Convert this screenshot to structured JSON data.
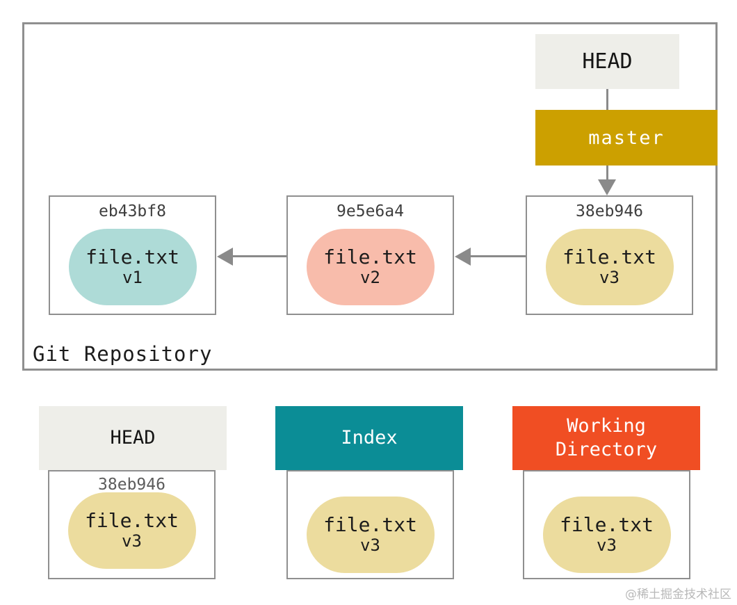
{
  "repo": {
    "label": "Git Repository",
    "head_label": "HEAD",
    "branch_label": "master",
    "commits": [
      {
        "hash": "eb43bf8",
        "file": "file.txt",
        "version": "v1",
        "color": "#aedbd7"
      },
      {
        "hash": "9e5e6a4",
        "file": "file.txt",
        "version": "v2",
        "color": "#f8bcab"
      },
      {
        "hash": "38eb946",
        "file": "file.txt",
        "version": "v3",
        "color": "#ecdc9e"
      }
    ]
  },
  "areas": {
    "head": {
      "label": "HEAD",
      "hash": "38eb946",
      "file": "file.txt",
      "version": "v3",
      "header_bg": "#eeeee9",
      "header_fg": "#141414",
      "blob_color": "#ecdc9e"
    },
    "index": {
      "label": "Index",
      "file": "file.txt",
      "version": "v3",
      "header_bg": "#0b8d96",
      "header_fg": "#ffffff",
      "blob_color": "#ecdc9e"
    },
    "working_directory": {
      "label": "Working Directory",
      "file": "file.txt",
      "version": "v3",
      "header_bg": "#f04e23",
      "header_fg": "#ffffff",
      "blob_color": "#ecdc9e"
    }
  },
  "colors": {
    "head_bg": "#eeeee9",
    "head_fg": "#141414",
    "master_bg": "#cca000",
    "master_fg": "#ffffff",
    "box_border": "#8f8f8f",
    "arrow": "#8a8a8a"
  },
  "watermark": "@稀土掘金技术社区"
}
